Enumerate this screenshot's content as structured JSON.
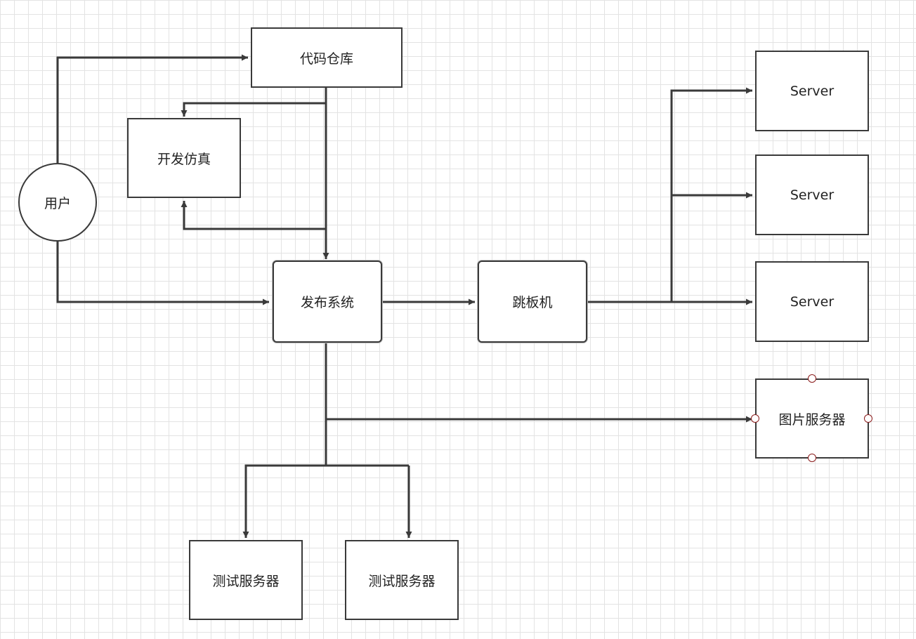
{
  "nodes": {
    "user": "用户",
    "code_repo": "代码仓库",
    "dev_sim": "开发仿真",
    "release_system": "发布系统",
    "jump_host": "跳板机",
    "server_1": "Server",
    "server_2": "Server",
    "server_3": "Server",
    "image_server": "图片服务器",
    "test_server_1": "测试服务器",
    "test_server_2": "测试服务器"
  },
  "colors": {
    "line": "#3a3a3a",
    "grid": "#e3e3e3",
    "selection_handle": "#8b1c1c"
  },
  "icons": {
    "arrowhead": "filled-triangle-arrow"
  }
}
